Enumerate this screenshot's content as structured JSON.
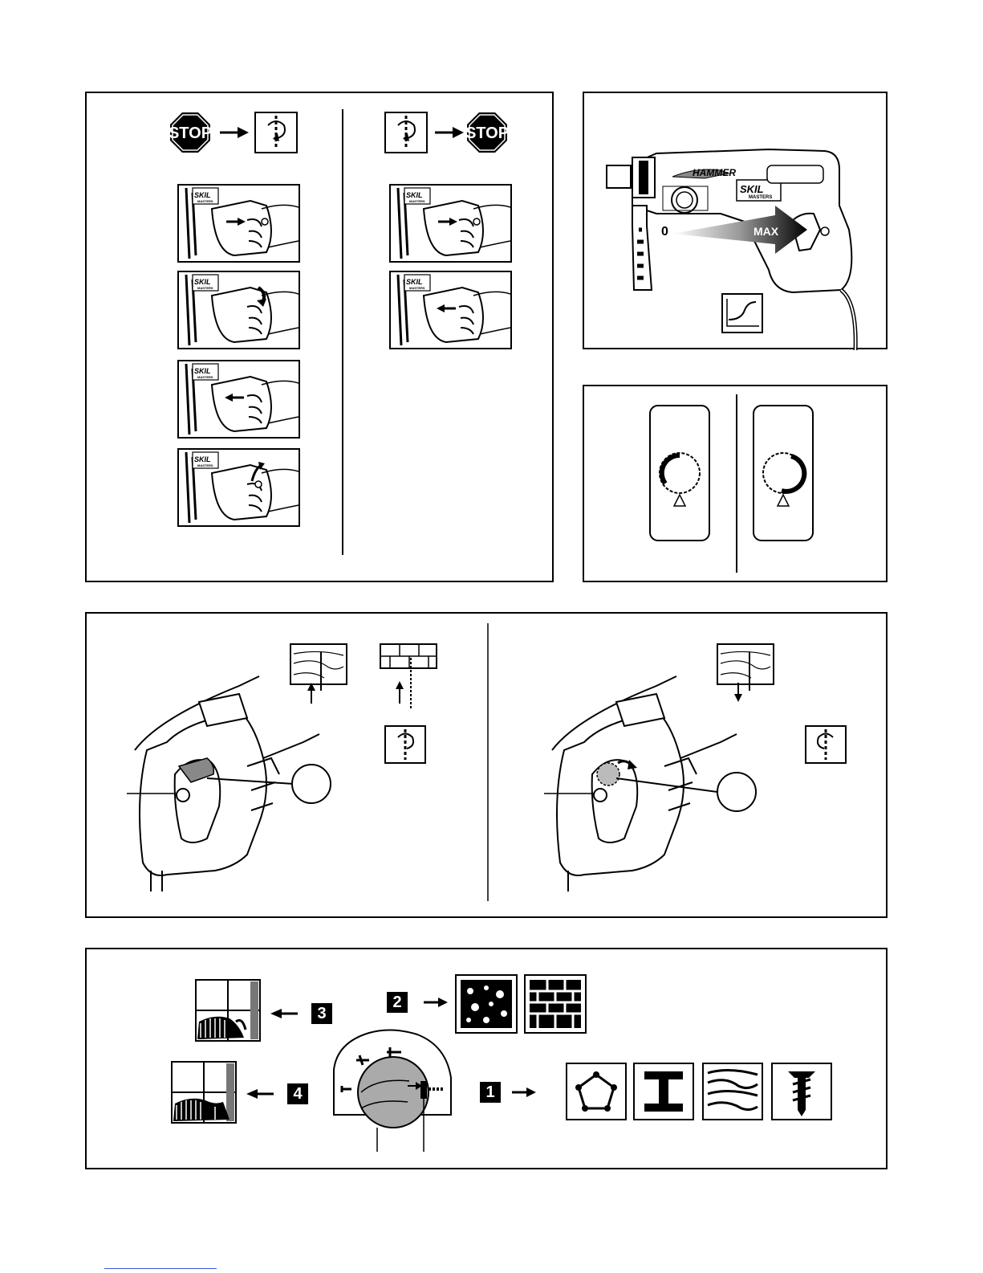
{
  "panel_switch": {
    "left_sequence": {
      "from": "STOP",
      "to": "rotation-symbol"
    },
    "right_sequence": {
      "from": "rotation-symbol",
      "to": "STOP"
    },
    "stop_label": "STOP",
    "brand": "SKIL",
    "brand_sub": "MASTERS"
  },
  "panel_speed": {
    "brand": "SKIL",
    "brand_sub": "MASTERS",
    "model": "HAMMER",
    "min_label": "0",
    "max_label": "MAX"
  },
  "panel_rotation": {
    "items": [
      "clockwise-indicator",
      "counterclockwise-indicator"
    ]
  },
  "panel_mode": {
    "numbers": {
      "n1": "1",
      "n2": "2",
      "n3": "3",
      "n4": "4"
    }
  },
  "colors": {
    "line": "#000000",
    "fill": "#ffffff",
    "shade": "#aaaaaa",
    "link": "#3b55d9"
  }
}
